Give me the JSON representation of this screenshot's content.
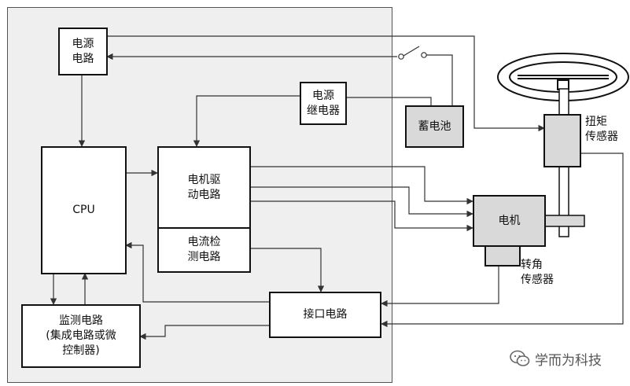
{
  "nodes": {
    "power_circuit": "电源\n电路",
    "power_relay": "电源\n继电器",
    "battery": "蓄电池",
    "cpu": "CPU",
    "motor_driver": "电机驱\n动电路",
    "current_detect": "电流检\n测电路",
    "motor": "电机",
    "interface": "接口电路",
    "monitor": "监测电路\n(集成电路或微\n控制器)"
  },
  "labels": {
    "torque_sensor": "扭矩\n传感器",
    "angle_sensor": "转角\n传感器"
  },
  "watermark": {
    "text": "学而为科技",
    "icon": "wechat-icon"
  },
  "colors": {
    "panel": "#efefef",
    "gray_box": "#d9d9d9",
    "line": "#333333"
  }
}
